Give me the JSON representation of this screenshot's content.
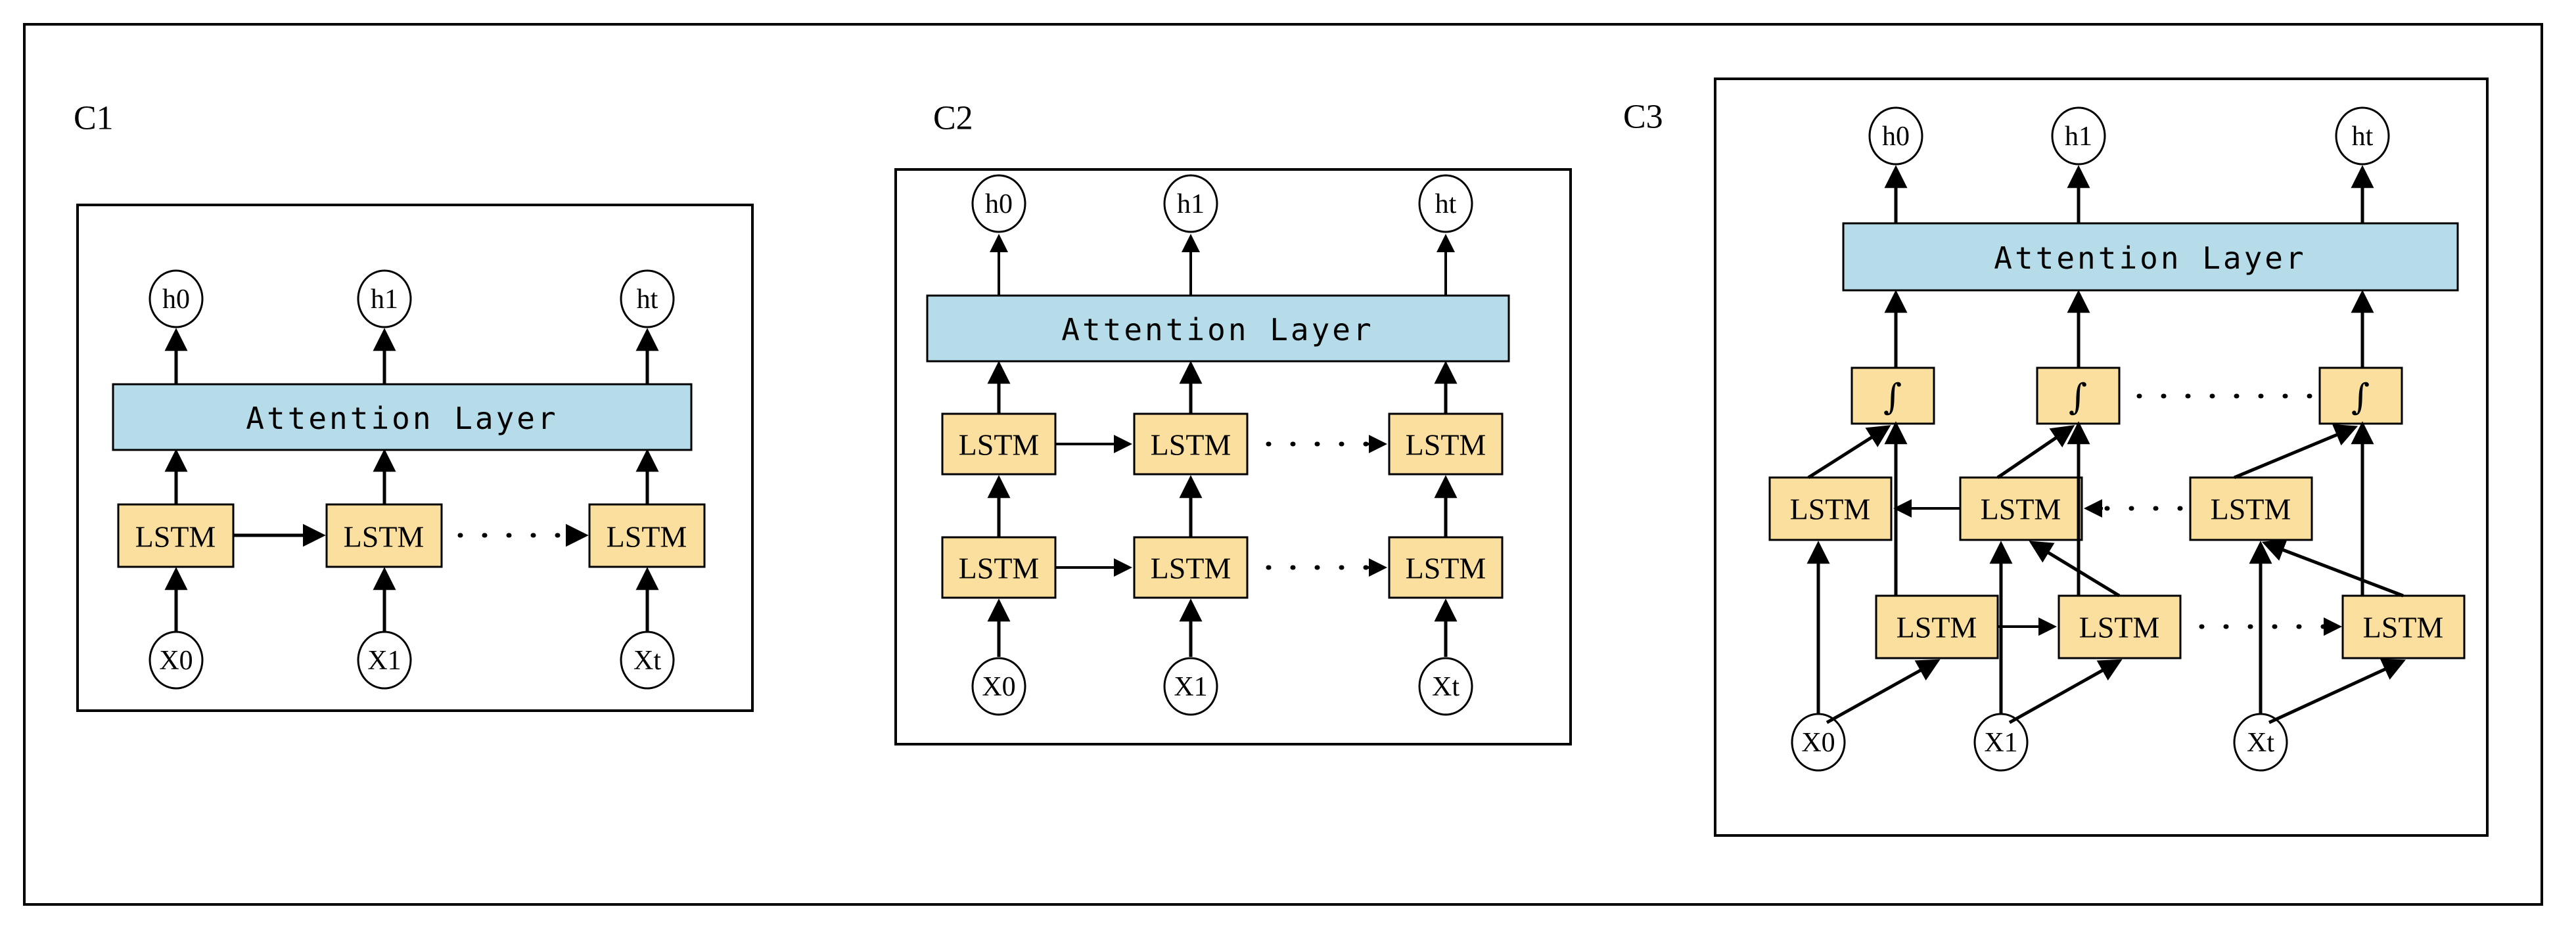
{
  "figure": {
    "title": "LSTM attention architecture comparison C1 C2 C3",
    "colors": {
      "lstm_fill": "#fbdf9e",
      "integrator_fill": "#fbdf9e",
      "attention_fill": "#b5dce8",
      "stroke": "#000000",
      "background": "#ffffff"
    }
  },
  "panels": [
    {
      "id": "C1",
      "label": "C1",
      "attention_label": "Attention Layer",
      "inputs": [
        "X0",
        "X1",
        "Xt"
      ],
      "outputs": [
        "h0",
        "h1",
        "ht"
      ],
      "lstm_label": "LSTM",
      "lstm_rows": 1,
      "lstm_columns": 3,
      "ellipsis": "dotted-arrow",
      "description": "Single-layer LSTM chain feeding an attention layer"
    },
    {
      "id": "C2",
      "label": "C2",
      "attention_label": "Attention Layer",
      "inputs": [
        "X0",
        "X1",
        "Xt"
      ],
      "outputs": [
        "h0",
        "h1",
        "ht"
      ],
      "lstm_label": "LSTM",
      "lstm_rows": 2,
      "lstm_columns": 3,
      "ellipsis": "dotted-arrow",
      "description": "Two stacked LSTM layers feeding an attention layer"
    },
    {
      "id": "C3",
      "label": "C3",
      "attention_label": "Attention Layer",
      "inputs": [
        "X0",
        "X1",
        "Xt"
      ],
      "outputs": [
        "h0",
        "h1",
        "ht"
      ],
      "lstm_label": "LSTM",
      "integrator_label": "∫",
      "lstm_rows": 2,
      "lstm_columns": 3,
      "ellipsis": "dotted-arrow",
      "description": "Bidirectional LSTM with integrator nodes feeding an attention layer"
    }
  ]
}
